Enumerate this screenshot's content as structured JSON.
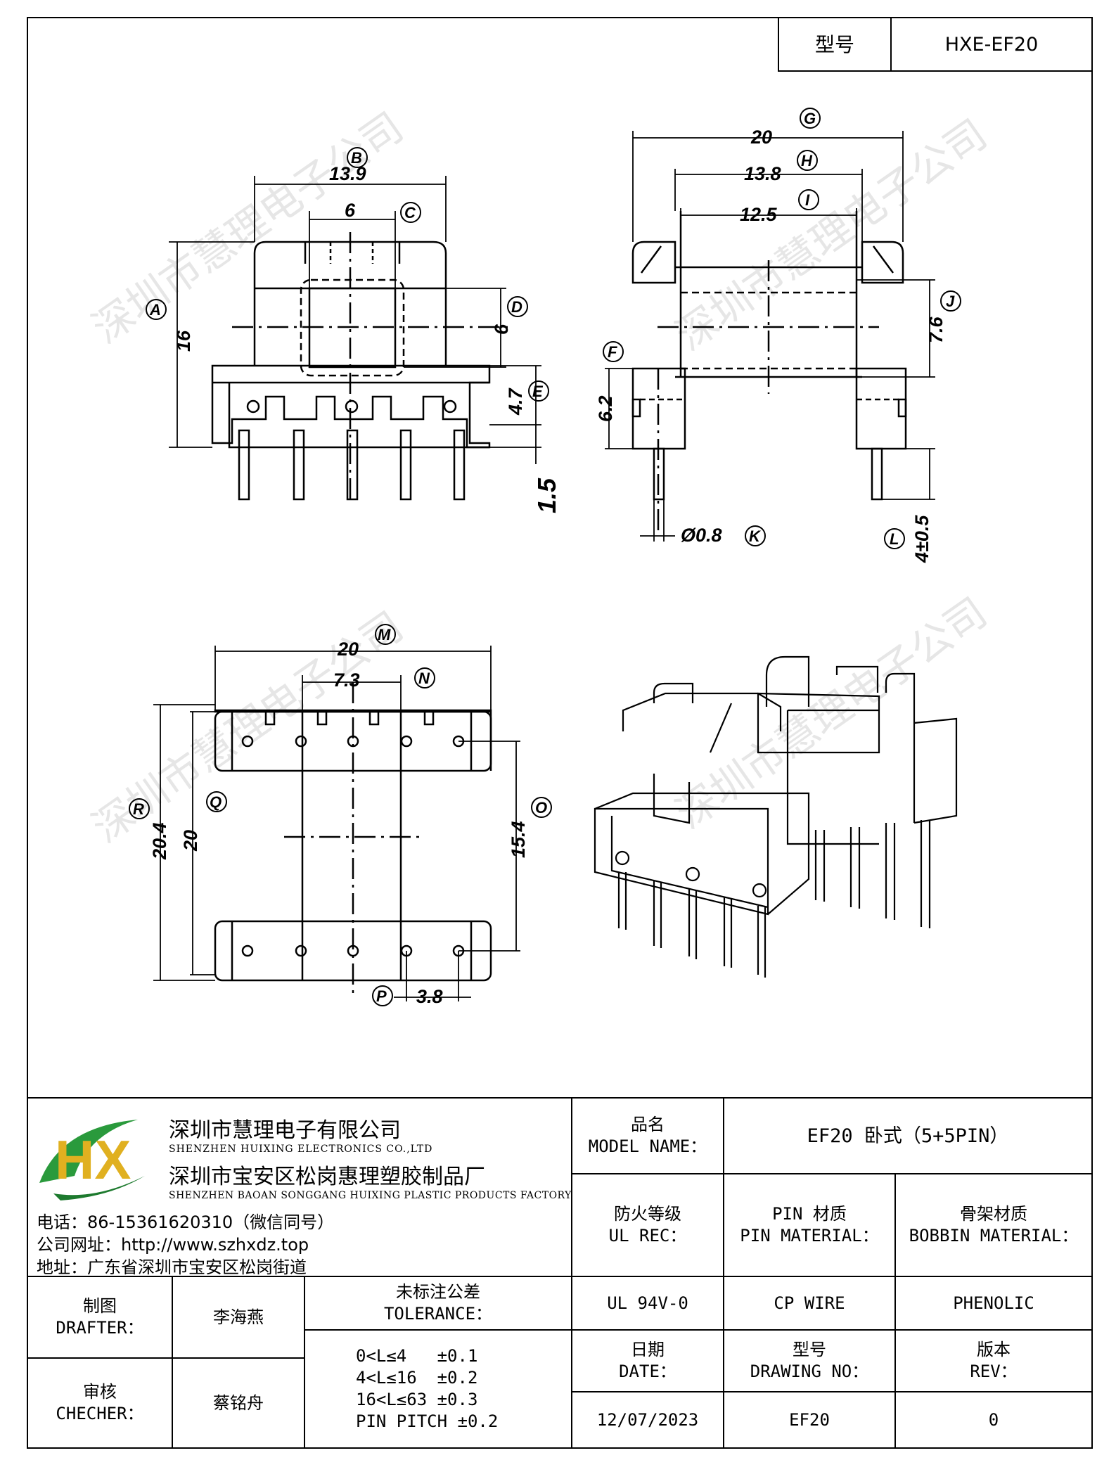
{
  "title_block": {
    "model_label": "型号",
    "model_value": "HXE-EF20"
  },
  "watermark": "深圳市慧理电子公司",
  "views": {
    "front": {
      "B": "13.9",
      "C": "6",
      "A": "16",
      "D": "6",
      "E": "4.7",
      "F_pin": "1.5"
    },
    "side": {
      "G": "20",
      "H": "13.8",
      "I": "12.5",
      "J": "7.6",
      "F": "6.2",
      "K": "Ø0.8",
      "L": "4±0.5"
    },
    "bottom": {
      "M": "20",
      "N": "7.3",
      "R": "20.4",
      "Q": "20",
      "O": "15.4",
      "P": "3.8"
    }
  },
  "labels": {
    "A": "A",
    "B": "B",
    "C": "C",
    "D": "D",
    "E": "E",
    "F": "F",
    "G": "G",
    "H": "H",
    "I": "I",
    "J": "J",
    "K": "K",
    "L": "L",
    "M": "M",
    "N": "N",
    "O": "O",
    "P": "P",
    "Q": "Q",
    "R": "R"
  },
  "company": {
    "logo_text": "HX",
    "name_cn": "深圳市慧理电子有限公司",
    "name_en": "SHENZHEN HUIXING ELECTRONICS CO.,LTD",
    "factory_cn": "深圳市宝安区松岗惠理塑胶制品厂",
    "factory_en": "SHENZHEN BAOAN SONGGANG HUIXING PLASTIC PRODUCTS FACTORY",
    "phone": "电话：86-15361620310（微信同号）",
    "website": "公司网址：http://www.szhxdz.top",
    "address": "地址：广东省深圳市宝安区松岗街道"
  },
  "table": {
    "model_name_cn": "品名",
    "model_name_en": "MODEL NAME：",
    "model_name_value": "EF20 卧式（5+5PIN）",
    "ul_cn": "防火等级",
    "ul_en": "UL REC：",
    "pin_cn": "PIN 材质",
    "pin_en": "PIN MATERIAL：",
    "bobbin_cn": "骨架材质",
    "bobbin_en": "BOBBIN MATERIAL：",
    "ul_value": "UL 94V-0",
    "pin_value": "CP WIRE",
    "bobbin_value": "PHENOLIC",
    "drafter_cn": "制图",
    "drafter_en": "DRAFTER：",
    "drafter_value": "李海燕",
    "checker_cn": "审核",
    "checker_en": "CHECHER：",
    "checker_value": "蔡铭舟",
    "tol_cn": "未标注公差",
    "tol_en": "TOLERANCE：",
    "tol_1": "0<L≤4   ±0.1",
    "tol_2": "4<L≤16  ±0.2",
    "tol_3": "16<L≤63 ±0.3",
    "tol_4": "PIN PITCH ±0.2",
    "date_cn": "日期",
    "date_en": "DATE：",
    "date_value": "12/07/2023",
    "drawing_cn": "型号",
    "drawing_en": "DRAWING NO：",
    "drawing_value": "EF20",
    "rev_cn": "版本",
    "rev_en": "REV：",
    "rev_value": "0"
  }
}
